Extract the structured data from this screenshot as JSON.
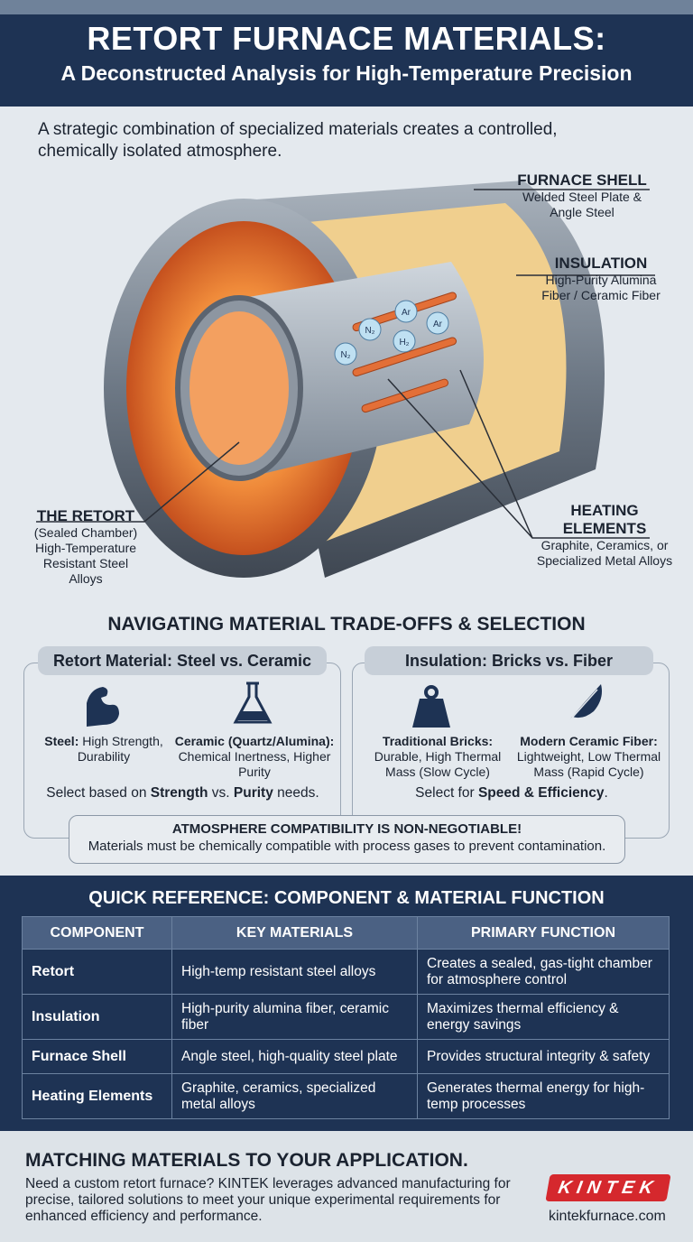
{
  "header": {
    "title": "RETORT FURNACE MATERIALS:",
    "subtitle": "A Deconstructed Analysis for High-Temperature Precision"
  },
  "intro": "A strategic combination of specialized materials creates a controlled, chemically isolated atmosphere.",
  "diagram": {
    "labels": [
      {
        "title": "FURNACE SHELL",
        "desc": "Welded Steel Plate & Angle Steel"
      },
      {
        "title": "INSULATION",
        "desc": "High-Purity Alumina Fiber / Ceramic Fiber"
      },
      {
        "title": "THE RETORT",
        "sub": "(Sealed Chamber)",
        "desc": "High-Temperature Resistant Steel Alloys"
      },
      {
        "title": "HEATING ELEMENTS",
        "desc": "Graphite, Ceramics, or Specialized Metal Alloys"
      }
    ],
    "gases": [
      "N₂",
      "N₂",
      "H₂",
      "Ar",
      "Ar"
    ]
  },
  "tradeoffs": {
    "title": "NAVIGATING MATERIAL TRADE-OFFS & SELECTION",
    "panels": [
      {
        "title": "Retort Material: Steel vs. Ceramic",
        "items": [
          {
            "icon": "muscle-icon",
            "head": "Steel:",
            "text": "High Strength, Durability"
          },
          {
            "icon": "flask-icon",
            "head": "Ceramic (Quartz/Alumina):",
            "text": "Chemical Inertness, Higher Purity"
          }
        ],
        "select": {
          "pre": "Select based on ",
          "b1": "Strength",
          "mid": " vs. ",
          "b2": "Purity",
          "post": " needs."
        }
      },
      {
        "title": "Insulation: Bricks vs. Fiber",
        "items": [
          {
            "icon": "weight-icon",
            "head": "Traditional Bricks:",
            "text": "Durable, High Thermal Mass (Slow Cycle)"
          },
          {
            "icon": "feather-icon",
            "head": "Modern Ceramic Fiber:",
            "text": "Lightweight, Low Thermal Mass (Rapid Cycle)"
          }
        ],
        "select": {
          "pre": "Select for ",
          "b1": "Speed & Efficiency",
          "post": "."
        }
      }
    ],
    "callout": {
      "title": "ATMOSPHERE COMPATIBILITY IS NON-NEGOTIABLE!",
      "text": "Materials must be chemically compatible with process gases to prevent contamination."
    }
  },
  "reference": {
    "title": "QUICK REFERENCE: COMPONENT & MATERIAL FUNCTION",
    "headers": [
      "COMPONENT",
      "KEY MATERIALS",
      "PRIMARY FUNCTION"
    ],
    "rows": [
      [
        "Retort",
        "High-temp resistant steel alloys",
        "Creates a sealed, gas-tight chamber for atmosphere control"
      ],
      [
        "Insulation",
        "High-purity alumina fiber, ceramic fiber",
        "Maximizes thermal efficiency & energy savings"
      ],
      [
        "Furnace Shell",
        "Angle steel, high-quality steel plate",
        "Provides structural integrity & safety"
      ],
      [
        "Heating Elements",
        "Graphite, ceramics, specialized metal alloys",
        "Generates thermal energy for high-temp processes"
      ]
    ]
  },
  "footer": {
    "title": "MATCHING MATERIALS TO YOUR APPLICATION.",
    "text": "Need a custom retort furnace? KINTEK leverages advanced manufacturing for precise, tailored solutions to meet your unique experimental requirements for enhanced efficiency and performance.",
    "logo": "KINTEK",
    "url": "kintekfurnace.com"
  },
  "colors": {
    "navy": "#1e3354",
    "logo_red": "#d5282d",
    "heat": "#e8732e"
  }
}
